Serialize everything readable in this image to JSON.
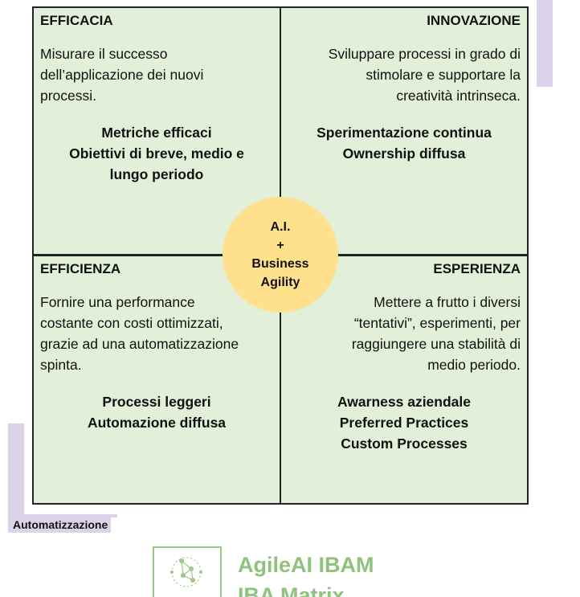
{
  "quadrants": {
    "top_left": {
      "title": "EFFICACIA",
      "description": [
        "Misurare il successo",
        "dell’applicazione dei nuovi",
        "processi."
      ],
      "keys": [
        "Metriche efficaci",
        "Obiettivi di breve, medio e",
        "lungo periodo"
      ]
    },
    "top_right": {
      "title": "INNOVAZIONE",
      "description": [
        "Sviluppare processi in grado di",
        "stimolare e supportare la",
        "creatività intrinseca."
      ],
      "keys": [
        "Sperimentazione continua",
        "Ownership diffusa"
      ]
    },
    "bottom_left": {
      "title": "EFFICIENZA",
      "description": [
        "Fornire una performance",
        "costante con costi ottimizzati,",
        "grazie ad una automatizzazione",
        "spinta."
      ],
      "keys": [
        "Processi leggeri",
        "Automazione diffusa"
      ]
    },
    "bottom_right": {
      "title": "ESPERIENZA",
      "description": [
        "Mettere a frutto i diversi",
        "“tentativi”, esperimenti, per",
        "raggiungere una stabilità di",
        "medio periodo."
      ],
      "keys": [
        "Awarness aziendale",
        "Preferred Practices",
        "Custom Processes"
      ]
    }
  },
  "center": {
    "lines": [
      "A.I.",
      "+",
      "Business",
      "Agility"
    ]
  },
  "axis": {
    "x_label": "Automatizzazione"
  },
  "brand": {
    "title": "AgileAI IBAM",
    "subtitle": "IBA Matrix",
    "logo_icon": "network-node-icon"
  },
  "colors": {
    "quadrant_fill": "#e2efd9",
    "center_fill": "#ffe08c",
    "axis_accent": "#dcd3ea",
    "brand_green": "#8fc27c"
  }
}
